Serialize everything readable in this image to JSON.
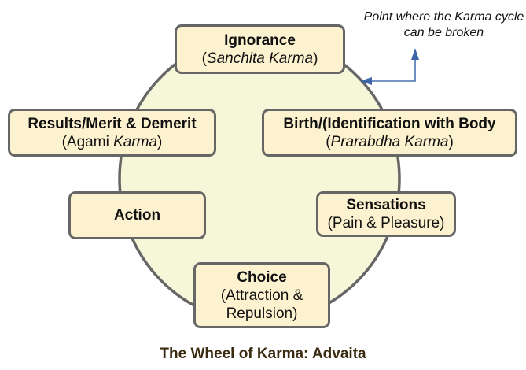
{
  "diagram": {
    "caption": "The Wheel of Karma: Advaita",
    "note": "Point where the Karma cycle can be broken",
    "colors": {
      "wheel_fill": "#f5f7d8",
      "wheel_stroke": "#666666",
      "box_fill": "#fdf2cf",
      "box_stroke": "#666666",
      "arrow": "#4a72b0",
      "caption": "#3a2a10"
    },
    "nodes": [
      {
        "id": "ignorance",
        "title": "Ignorance",
        "sub_open": "(",
        "sub_italic": "Sanchita Karma",
        "sub_plain": "",
        "sub_close": ")"
      },
      {
        "id": "birth",
        "title": "Birth/(Identification with Body",
        "sub_open": "(",
        "sub_italic": "Prarabdha Karma",
        "sub_plain": "",
        "sub_close": ")"
      },
      {
        "id": "sensations",
        "title": "Sensations",
        "sub_open": "(Pain & Pleasure)",
        "sub_italic": "",
        "sub_plain": "",
        "sub_close": ""
      },
      {
        "id": "choice",
        "title": "Choice",
        "sub_open": "(Attraction & Repulsion)",
        "sub_italic": "",
        "sub_plain": "",
        "sub_close": ""
      },
      {
        "id": "action",
        "title": "Action",
        "sub_open": "",
        "sub_italic": "",
        "sub_plain": "",
        "sub_close": ""
      },
      {
        "id": "results",
        "title": "Results/Merit & Demerit",
        "sub_open": "(Agami ",
        "sub_italic": "Karma",
        "sub_plain": "",
        "sub_close": ")"
      }
    ],
    "edges": [
      {
        "from": "ignorance",
        "to": "birth"
      },
      {
        "from": "birth",
        "to": "sensations"
      },
      {
        "from": "sensations",
        "to": "choice"
      },
      {
        "from": "choice",
        "to": "action"
      },
      {
        "from": "action",
        "to": "results"
      },
      {
        "from": "results",
        "to": "ignorance"
      }
    ],
    "annotation_target": "ignorance-birth edge"
  }
}
